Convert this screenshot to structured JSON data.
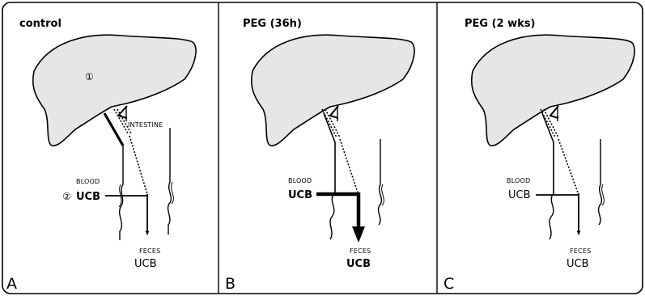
{
  "panels": [
    {
      "title": "control",
      "letter": "A",
      "liver_marker": "①",
      "intestine_label": "INTESTINE",
      "blood_label": "BLOOD",
      "blood_marker": "②",
      "blood_ucb": "UCB",
      "blood_ucb_weight": "bold",
      "feces_label": "FECES",
      "feces_ucb": "UCB",
      "feces_ucb_weight": "normal",
      "flux": "normal"
    },
    {
      "title": "PEG (36h)",
      "letter": "B",
      "blood_label": "BLOOD",
      "blood_ucb": "UCB",
      "blood_ucb_weight": "bold",
      "feces_label": "FECES",
      "feces_ucb": "UCB",
      "feces_ucb_weight": "bold",
      "flux": "high"
    },
    {
      "title": "PEG (2 wks)",
      "letter": "C",
      "blood_label": "BLOOD",
      "blood_ucb": "UCB",
      "blood_ucb_weight": "normal",
      "feces_label": "FECES",
      "feces_ucb": "UCB",
      "feces_ucb_weight": "normal",
      "flux": "normal"
    }
  ]
}
